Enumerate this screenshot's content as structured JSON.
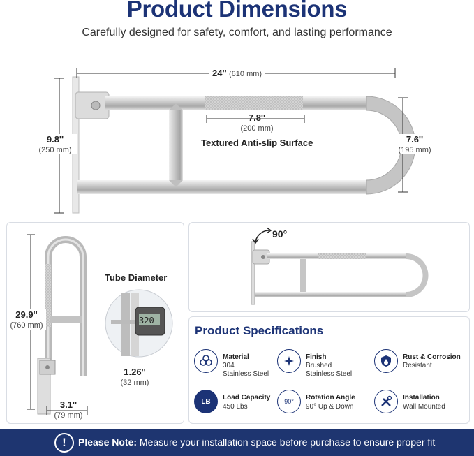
{
  "header": {
    "title": "Product Dimensions",
    "subtitle": "Carefully designed for safety, comfort, and lasting performance"
  },
  "top_view": {
    "width_main": "24''",
    "width_sub": "(610 mm)",
    "height_left_main": "9.8''",
    "height_left_sub": "(250 mm)",
    "grip_main": "7.8''",
    "grip_sub": "(200 mm)",
    "grip_label": "Textured Anti-slip Surface",
    "height_right_main": "7.6''",
    "height_right_sub": "(195 mm)"
  },
  "side_view": {
    "height_main": "29.9''",
    "height_sub": "(760 mm)",
    "depth_main": "3.1''",
    "depth_sub": "(79 mm)",
    "tube_title": "Tube Diameter",
    "caliper_reading": "320",
    "tube_main": "1.26''",
    "tube_sub": "(32 mm)"
  },
  "rotation_view": {
    "angle": "90°"
  },
  "specs": {
    "title": "Product Specifications",
    "items": [
      {
        "icon": "tubes-icon",
        "label": "Material",
        "value1": "304",
        "value2": "Stainless Steel"
      },
      {
        "icon": "sparkle-icon",
        "label": "Finish",
        "value1": "Brushed",
        "value2": "Stainless Steel"
      },
      {
        "icon": "shield-drop-icon",
        "label": "Rust & Corrosion",
        "value1": "Resistant",
        "value2": ""
      },
      {
        "icon": "weight-icon",
        "label": "Load Capacity",
        "value1": "450 Lbs",
        "value2": ""
      },
      {
        "icon": "angle-icon",
        "label": "Rotation Angle",
        "value1": "90° Up & Down",
        "value2": ""
      },
      {
        "icon": "tools-icon",
        "label": "Installation",
        "value1": "Wall Mounted",
        "value2": ""
      }
    ],
    "weight_icon_text": "LB",
    "angle_icon_text": "90°"
  },
  "footer": {
    "note_label": "Please Note:",
    "note_text": " Measure your installation space before purchase to ensure proper fit",
    "note_icon": "!"
  },
  "colors": {
    "brand": "#1c3376",
    "footer_bg": "#1e3570"
  }
}
